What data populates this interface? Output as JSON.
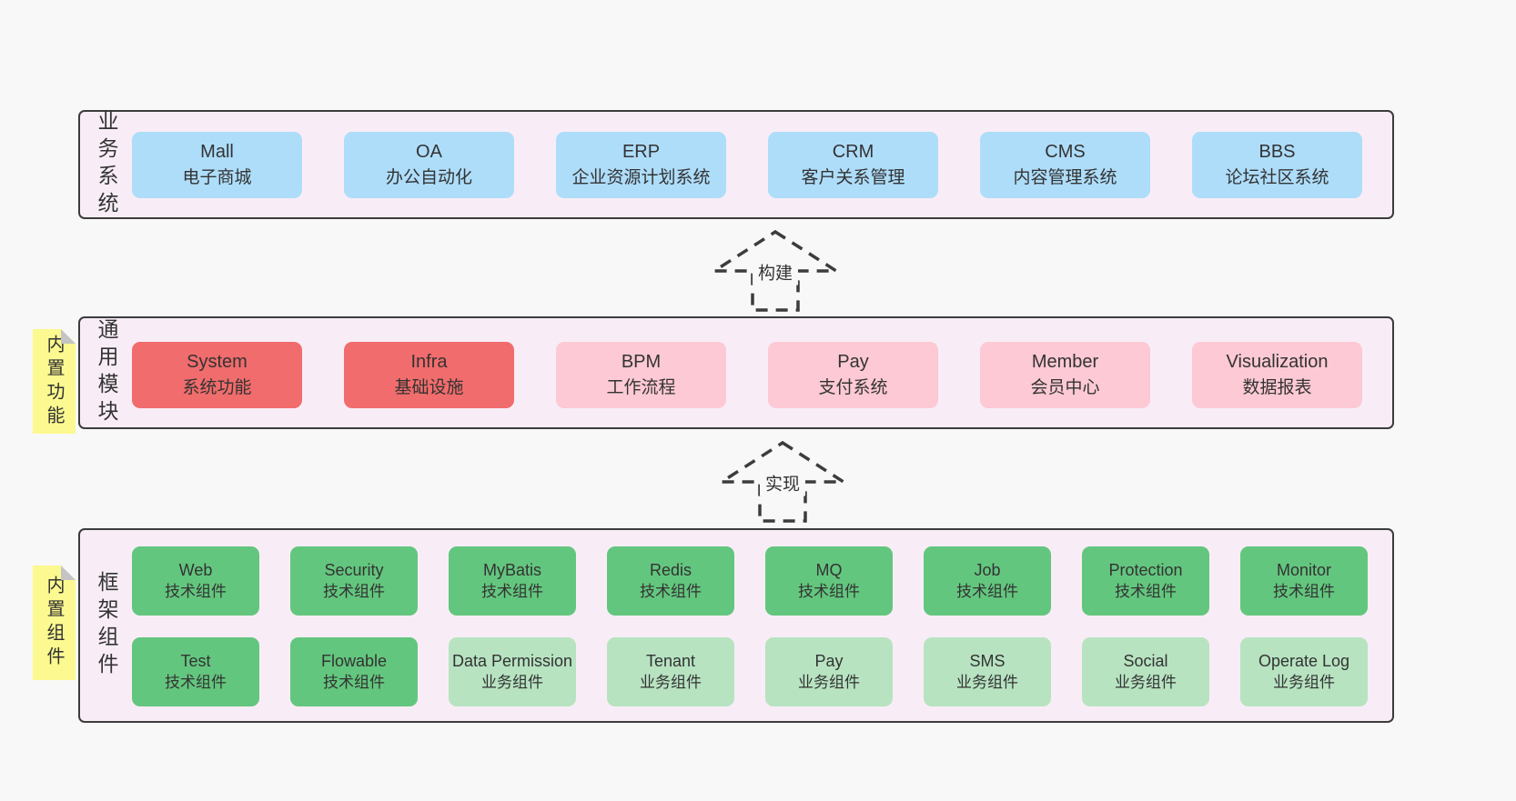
{
  "colors": {
    "page_bg": "#f8f8f8",
    "container_bg": "#f8edf6",
    "container_border": "#3c3c3c",
    "blue_box": "#aeddfa",
    "red_box": "#f16c6c",
    "pink_box": "#fcc9d4",
    "green_box": "#63c67e",
    "light_green_box": "#b7e3c1",
    "sticky_yellow": "#fbf98f",
    "text": "#333333"
  },
  "arrows": {
    "build": "构建",
    "implement": "实现"
  },
  "business": {
    "side_label": "业务系统",
    "boxes": [
      {
        "name": "Mall",
        "desc": "电子商城"
      },
      {
        "name": "OA",
        "desc": "办公自动化"
      },
      {
        "name": "ERP",
        "desc": "企业资源计划系统"
      },
      {
        "name": "CRM",
        "desc": "客户关系管理"
      },
      {
        "name": "CMS",
        "desc": "内容管理系统"
      },
      {
        "name": "BBS",
        "desc": "论坛社区系统"
      }
    ]
  },
  "modules": {
    "side_label": "通用模块",
    "sticky": "内置功能",
    "boxes": [
      {
        "name": "System",
        "desc": "系统功能"
      },
      {
        "name": "Infra",
        "desc": "基础设施"
      },
      {
        "name": "BPM",
        "desc": "工作流程"
      },
      {
        "name": "Pay",
        "desc": "支付系统"
      },
      {
        "name": "Member",
        "desc": "会员中心"
      },
      {
        "name": "Visualization",
        "desc": "数据报表"
      }
    ]
  },
  "components": {
    "side_label": "框架组件",
    "sticky": "内置组件",
    "row1": [
      {
        "name": "Web",
        "desc": "技术组件"
      },
      {
        "name": "Security",
        "desc": "技术组件"
      },
      {
        "name": "MyBatis",
        "desc": "技术组件"
      },
      {
        "name": "Redis",
        "desc": "技术组件"
      },
      {
        "name": "MQ",
        "desc": "技术组件"
      },
      {
        "name": "Job",
        "desc": "技术组件"
      },
      {
        "name": "Protection",
        "desc": "技术组件"
      },
      {
        "name": "Monitor",
        "desc": "技术组件"
      }
    ],
    "row2": [
      {
        "name": "Test",
        "desc": "技术组件"
      },
      {
        "name": "Flowable",
        "desc": "技术组件"
      },
      {
        "name": "Data Permission",
        "desc": "业务组件"
      },
      {
        "name": "Tenant",
        "desc": "业务组件"
      },
      {
        "name": "Pay",
        "desc": "业务组件"
      },
      {
        "name": "SMS",
        "desc": "业务组件"
      },
      {
        "name": "Social",
        "desc": "业务组件"
      },
      {
        "name": "Operate Log",
        "desc": "业务组件"
      }
    ]
  }
}
